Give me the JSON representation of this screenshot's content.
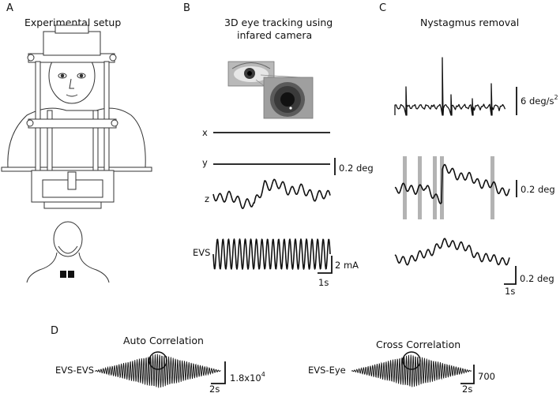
{
  "panels": {
    "A": {
      "label": "A",
      "title": "Experimental setup"
    },
    "B": {
      "label": "B",
      "title_line1": "3D eye tracking using",
      "title_line2": "infared camera",
      "traces": {
        "x_label": "x",
        "y_label": "y",
        "z_label": "z",
        "evs_label": "EVS"
      },
      "scalebars": {
        "deg": "0.2 deg",
        "current": "2 mA",
        "time": "1s"
      }
    },
    "C": {
      "label": "C",
      "title": "Nystagmus removal",
      "scalebars": {
        "accel": "6 deg/s",
        "accel_exp": "2",
        "deg_mid": "0.2 deg",
        "deg_bottom": "0.2 deg",
        "time": "1s"
      }
    },
    "D": {
      "label": "D",
      "auto": {
        "title": "Auto Correlation",
        "label": "EVS-EVS",
        "scale_base": "1.8x10",
        "scale_exp": "4",
        "time": "2s"
      },
      "cross": {
        "title": "Cross Correlation",
        "label": "EVS-Eye",
        "scale": "700",
        "time": "2s"
      }
    }
  },
  "colors": {
    "trace": "#111111",
    "highlight_bars": "#b3b3b3",
    "iris": "#3a3a3a"
  }
}
